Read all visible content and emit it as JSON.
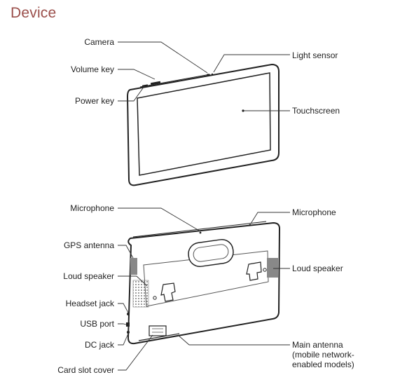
{
  "heading": "Device",
  "front_labels": {
    "camera": "Camera",
    "volume_key": "Volume key",
    "power_key": "Power key",
    "light_sensor": "Light sensor",
    "touchscreen": "Touchscreen"
  },
  "back_labels": {
    "microphone_top": "Microphone",
    "microphone_right": "Microphone",
    "gps_antenna": "GPS antenna",
    "loud_speaker_left": "Loud speaker",
    "loud_speaker_right": "Loud speaker",
    "headset_jack": "Headset jack",
    "usb_port": "USB port",
    "dc_jack": "DC jack",
    "card_slot_cover": "Card slot cover",
    "main_antenna": "Main antenna (mobile network-enabled models)"
  },
  "colors": {
    "heading": "#9b4f4b",
    "antenna_fill": "#888888",
    "line": "#333333"
  }
}
